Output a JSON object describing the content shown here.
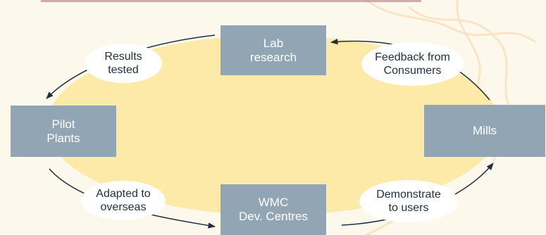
{
  "diagram": {
    "nodes": {
      "lab": "Lab\nresearch",
      "pilot": "Pilot\nPlants",
      "mills": "Mills",
      "wmc": "WMC\nDev. Centres"
    },
    "labels": {
      "results": "Results\ntested",
      "feedback": "Feedback from\nConsumers",
      "adapted": "Adapted to\noverseas",
      "demonstrate": "Demonstrate\nto users"
    }
  },
  "colors": {
    "background": "#fdf8ec",
    "ellipse": "#fde9a8",
    "node": "#92a5b5",
    "node_text": "#ffffff",
    "label_bg": "#ffffff",
    "label_text": "#1f2f3f",
    "arrow": "#1f2f3f",
    "accent_red": "#8a2a2a"
  }
}
